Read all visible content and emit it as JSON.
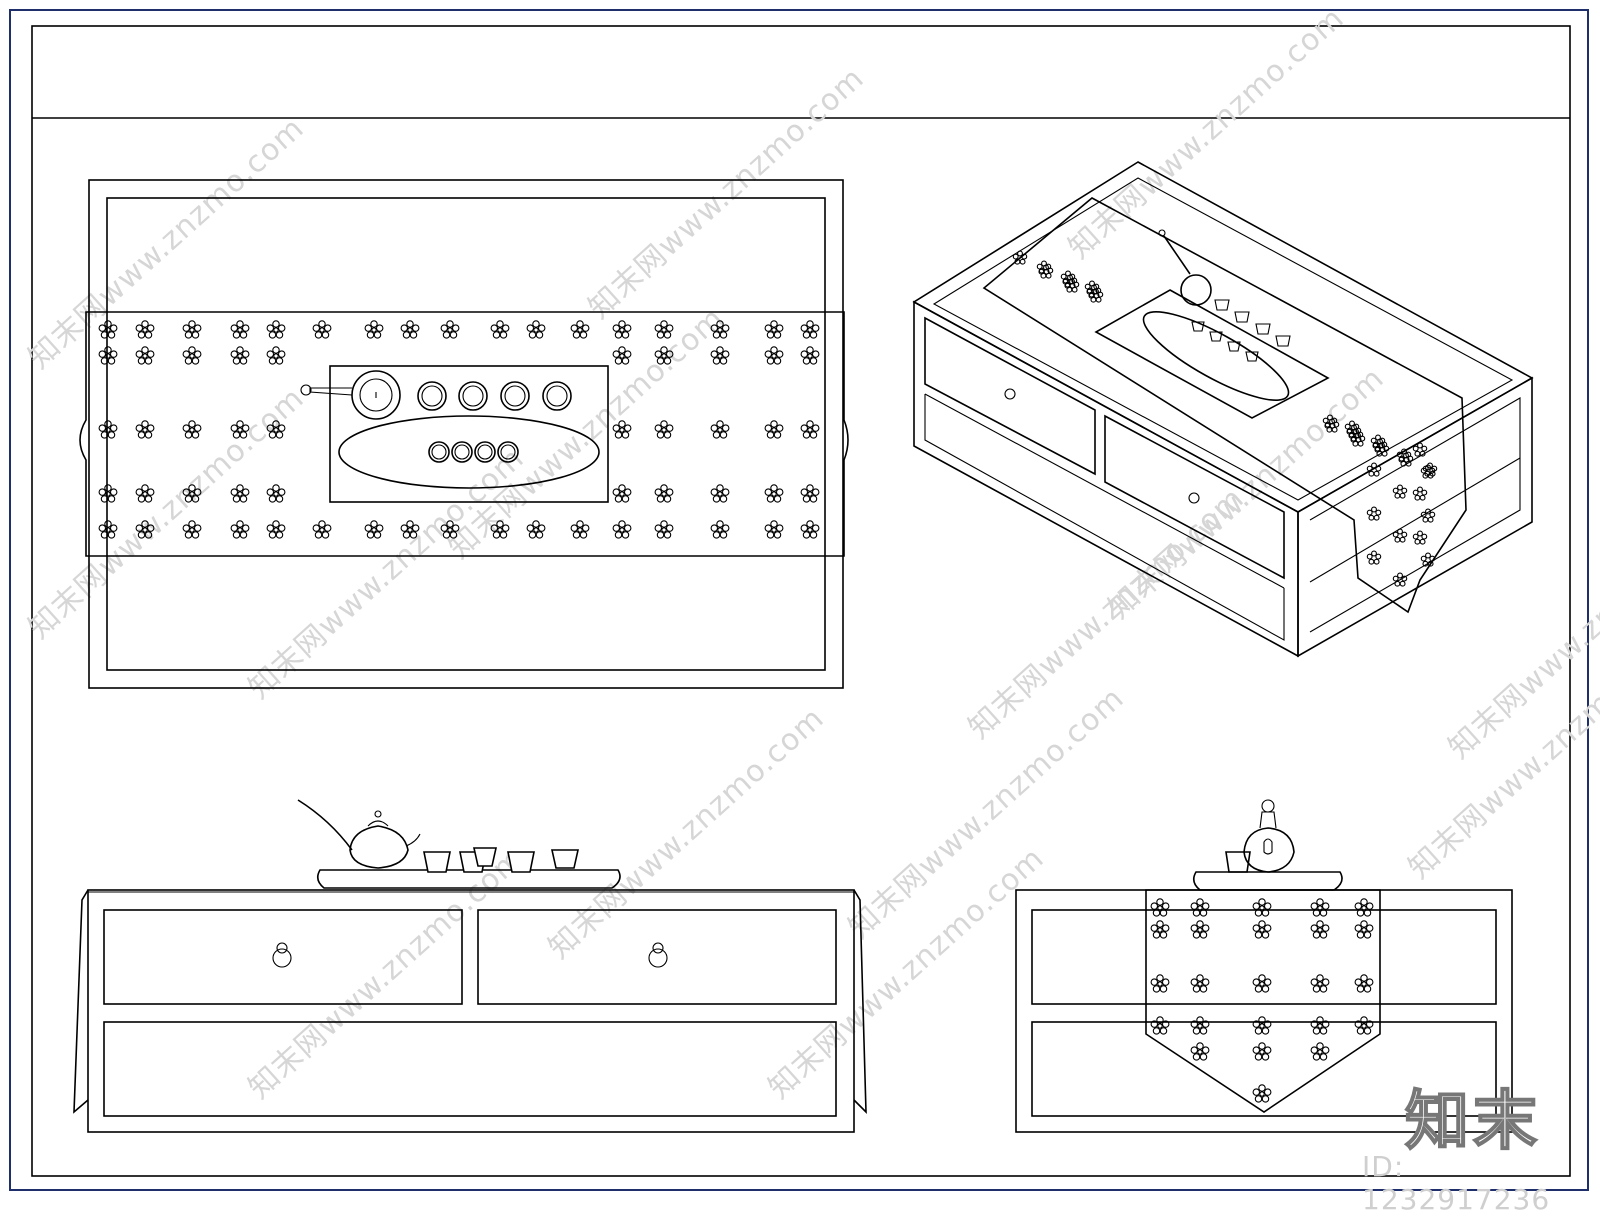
{
  "watermark": {
    "text": "知末网www.znzmo.com"
  },
  "brand": {
    "logo_text": "知末",
    "id_text": "ID: 1232917236"
  },
  "colors": {
    "line": "#000000",
    "frame_outer": "#1f2f6b",
    "watermark": "#d6d6d6",
    "background": "#ffffff"
  },
  "views": [
    {
      "name": "top-plan-view"
    },
    {
      "name": "isometric-view"
    },
    {
      "name": "front-elevation-view"
    },
    {
      "name": "side-elevation-view"
    }
  ]
}
